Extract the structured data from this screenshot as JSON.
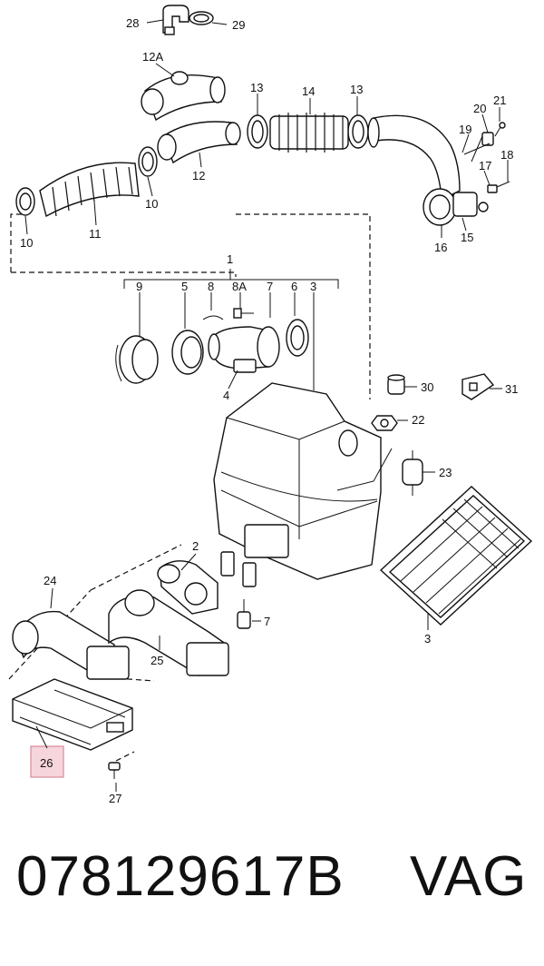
{
  "diagram": {
    "callouts": {
      "c28": "28",
      "c29": "29",
      "c12a": "12A",
      "c13a": "13",
      "c14": "14",
      "c13b": "13",
      "c21": "21",
      "c20": "20",
      "c19": "19",
      "c18": "18",
      "c17": "17",
      "c16": "16",
      "c15": "15",
      "c12": "12",
      "c10a": "10",
      "c10b": "10",
      "c11": "11",
      "c1": "1",
      "c9": "9",
      "c5": "5",
      "c8": "8",
      "c8a": "8A",
      "c7a": "7",
      "c6": "6",
      "c3a": "3",
      "c4": "4",
      "c30": "30",
      "c31": "31",
      "c22": "22",
      "c23": "23",
      "c2": "2",
      "c24": "24",
      "c7b": "7",
      "c25": "25",
      "c3b": "3",
      "c26": "26",
      "c27": "27"
    },
    "highlight_color": "#f6d5dc",
    "highlight_border": "#d98a98"
  },
  "footer": {
    "part_number": "078129617B",
    "brand": "VAG"
  }
}
